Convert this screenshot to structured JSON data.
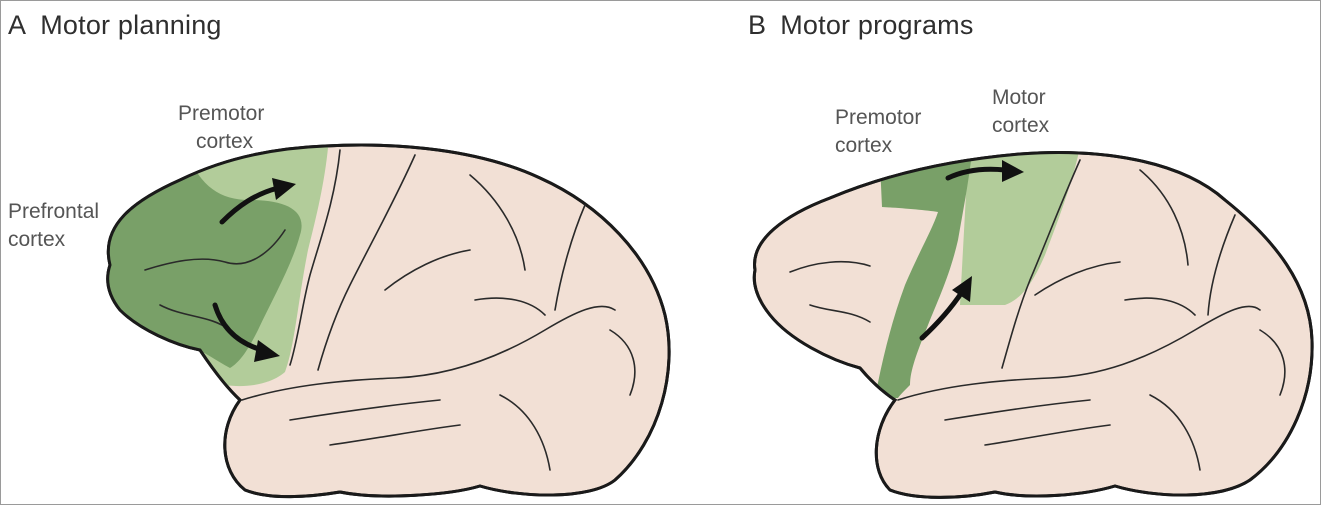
{
  "figure": {
    "colors": {
      "brain_fill": "#f2e0d5",
      "outline": "#1a1a1a",
      "dark_green": "#79a068",
      "light_green": "#b2cc9a"
    },
    "panel_a": {
      "letter": "A",
      "title": "Motor planning",
      "labels": {
        "premotor": [
          "Premotor",
          "cortex"
        ],
        "prefrontal": [
          "Prefrontal",
          "cortex"
        ]
      }
    },
    "panel_b": {
      "letter": "B",
      "title": "Motor programs",
      "labels": {
        "premotor": [
          "Premotor",
          "cortex"
        ],
        "motor": [
          "Motor",
          "cortex"
        ]
      }
    }
  }
}
